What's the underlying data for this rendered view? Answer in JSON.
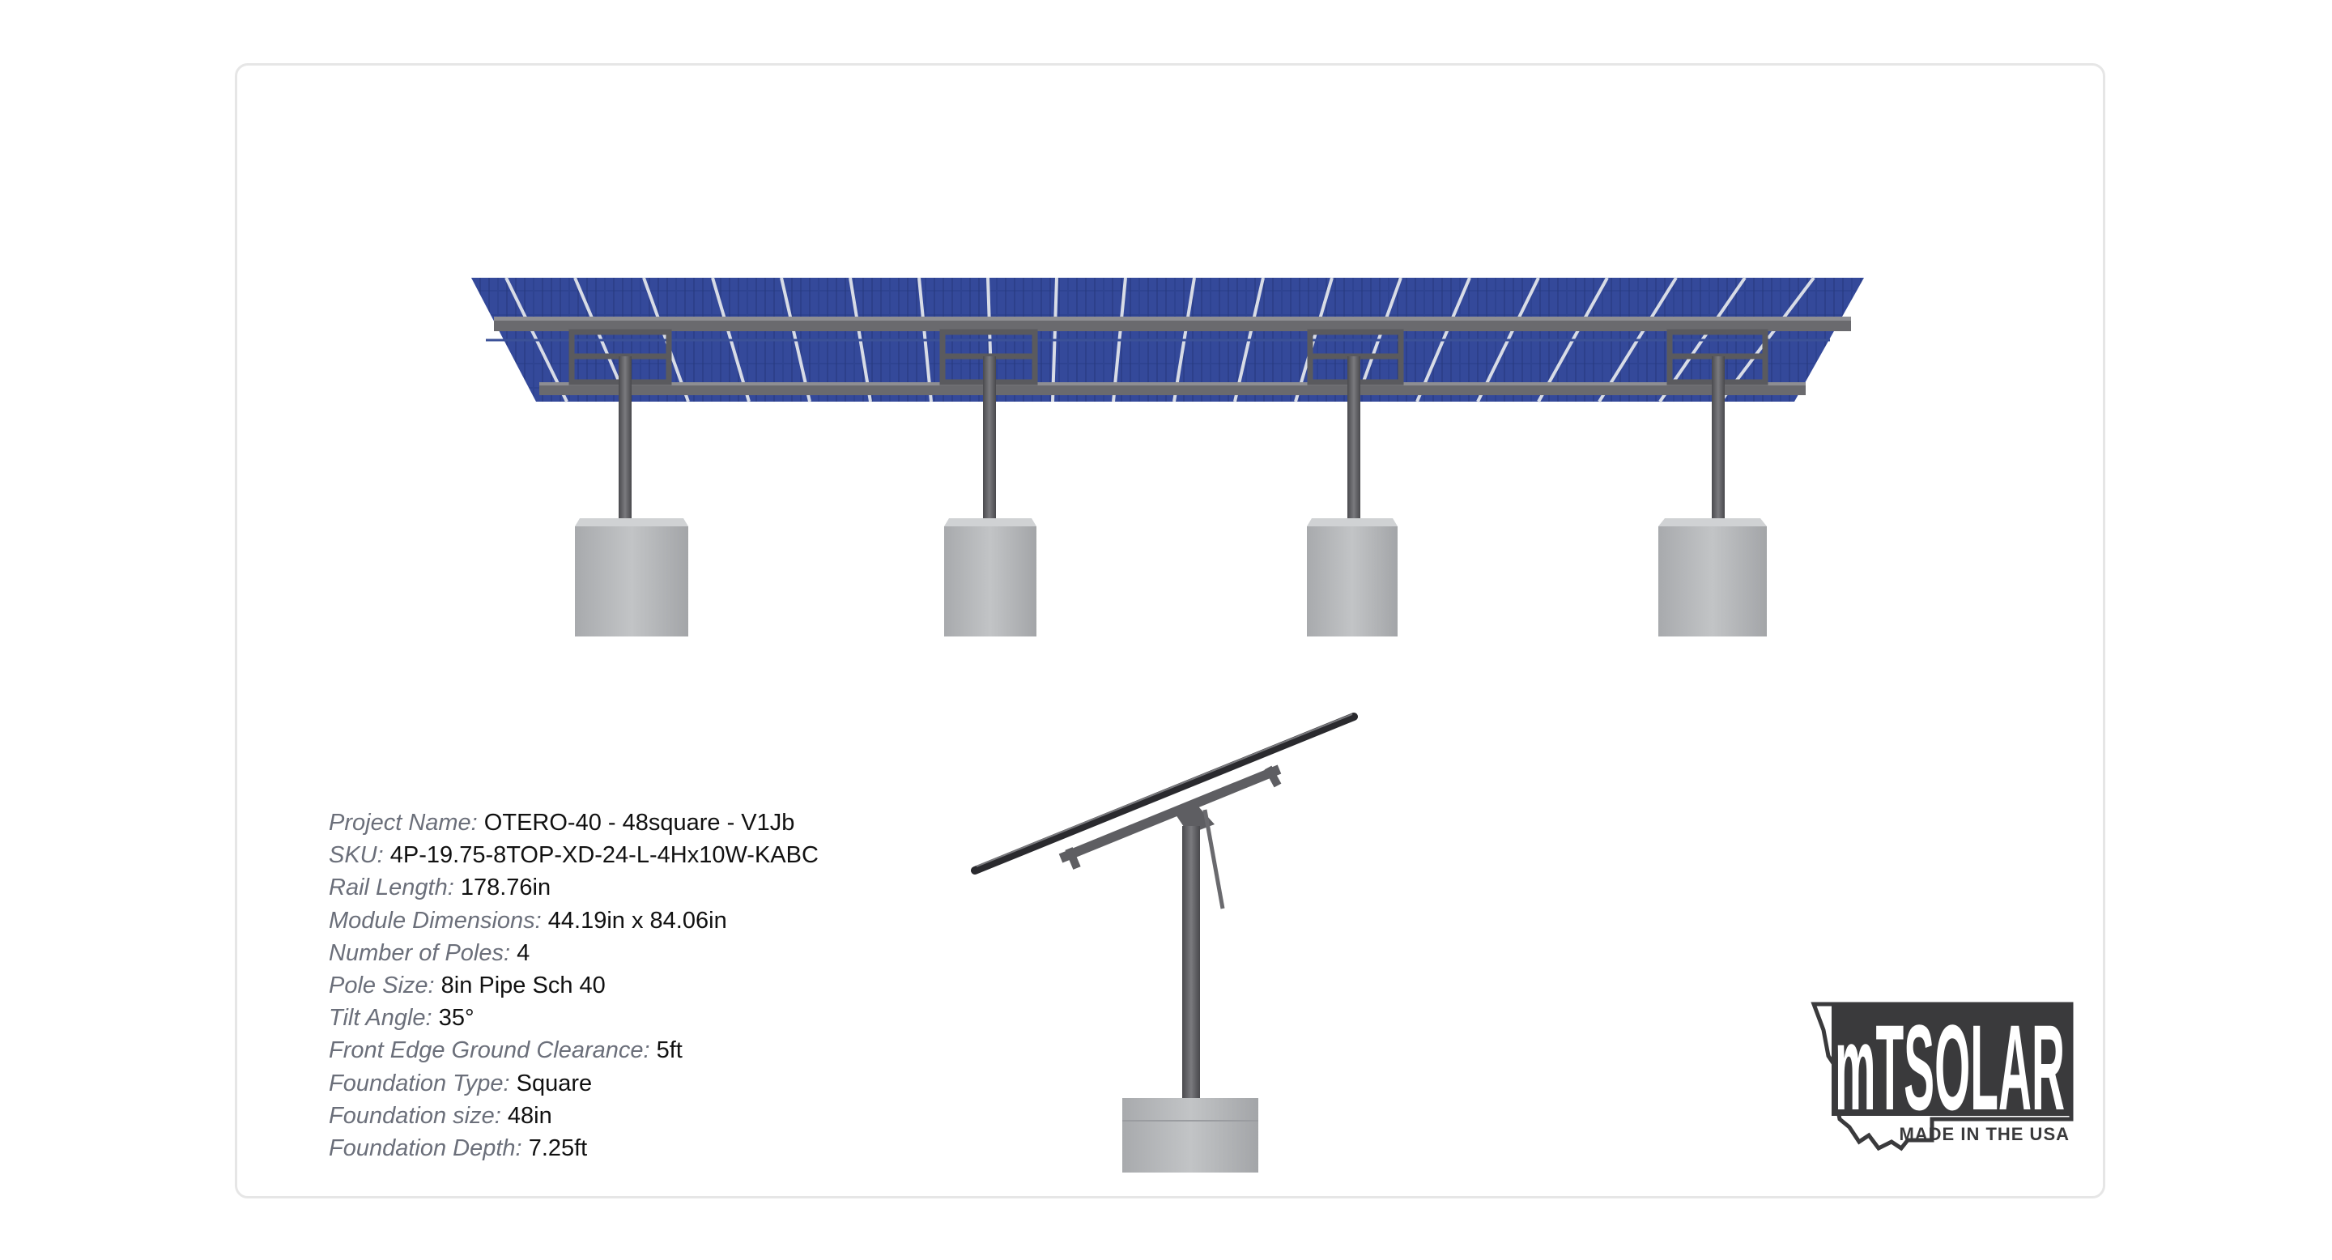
{
  "specs": [
    {
      "label": "Project Name:",
      "value": "OTERO-40 - 48square - V1Jb"
    },
    {
      "label": "SKU:",
      "value": "4P-19.75-8TOP-XD-24-L-4Hx10W-KABC"
    },
    {
      "label": "Rail Length:",
      "value": "178.76in"
    },
    {
      "label": "Module Dimensions:",
      "value": "44.19in x 84.06in"
    },
    {
      "label": "Number of Poles:",
      "value": "4"
    },
    {
      "label": "Pole Size:",
      "value": "8in Pipe Sch 40"
    },
    {
      "label": "Tilt Angle:",
      "value": "35°"
    },
    {
      "label": "Front Edge Ground Clearance:",
      "value": "5ft"
    },
    {
      "label": "Foundation Type:",
      "value": "Square"
    },
    {
      "label": "Foundation size:",
      "value": "48in"
    },
    {
      "label": "Foundation Depth:",
      "value": "7.25ft"
    }
  ],
  "logo": {
    "brand": "MTSOLAR",
    "tagline": "MADE IN THE USA",
    "color": "#3a3a3c"
  },
  "colors": {
    "panel": "#2b3f8f",
    "steel": "#5c5c60",
    "concrete": "#b4b6b8"
  }
}
